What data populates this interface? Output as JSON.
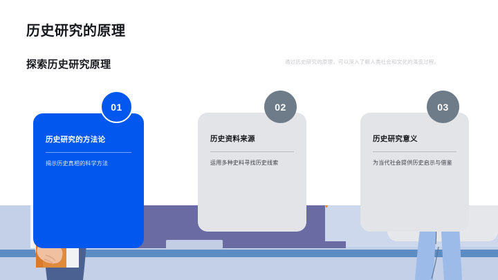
{
  "header": {
    "title": "历史研究的原理",
    "subtitle": "探索历史研究原理",
    "description": "通过历史研究的原理，可以深入了解人类社会和文化的演变过程。"
  },
  "colors": {
    "accent_blue": "#0257ee",
    "card_gray": "#e3e4e8",
    "badge_gray": "#6e7c89",
    "text_dark": "#17181c",
    "desc_gray": "#c8c9cd",
    "illus_sky": "#c3d0e8",
    "illus_purple": "#6b6ba3",
    "illus_steel": "#5b8cc4",
    "illus_book_orange": "#e08a3c",
    "illus_pants_navy": "#4a6191",
    "illus_legs_blue": "#9dbbe8"
  },
  "cards": [
    {
      "badge": "01",
      "title": "历史研究的方法论",
      "description": "揭示历史真相的科学方法",
      "style": "filled"
    },
    {
      "badge": "02",
      "title": "历史资料来源",
      "description": "运用多种史料寻找历史线索",
      "style": "muted"
    },
    {
      "badge": "03",
      "title": "历史研究意义",
      "description": "为当代社会提供历史启示与借鉴",
      "style": "muted"
    }
  ],
  "illustration": {
    "name": "classroom-lecture-illustration",
    "alt": "Person holding an orange book beside a lectern in a classroom"
  }
}
